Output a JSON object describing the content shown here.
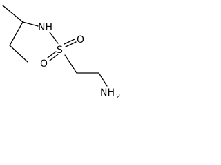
{
  "structure": {
    "atoms": {
      "nh": "NH",
      "s": "S",
      "o_left": "O",
      "o_right": "O",
      "amine_n": "NH",
      "amine_h_count": "2"
    }
  }
}
